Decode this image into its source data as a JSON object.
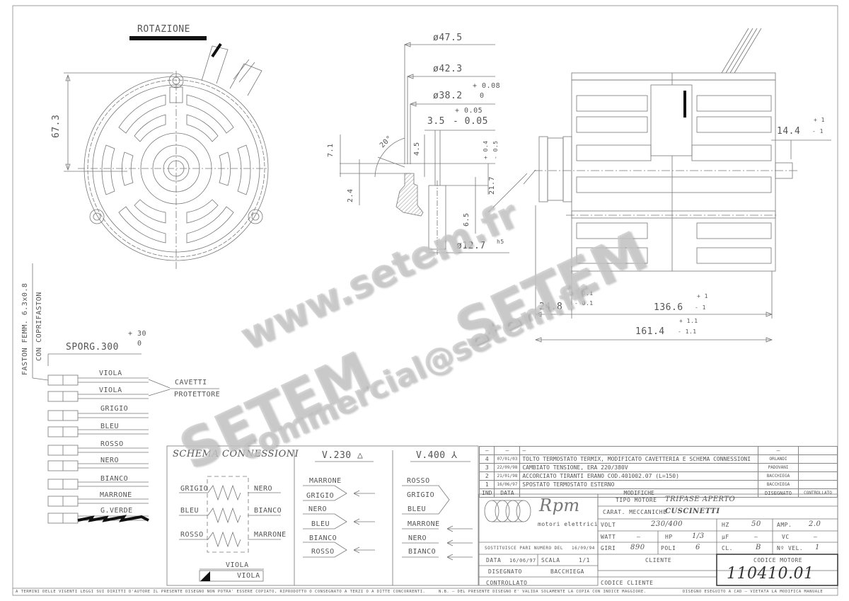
{
  "drawing": {
    "rotation_label": "ROTAZIONE",
    "front_view": {
      "dim_height": "67.3"
    },
    "section_view": {
      "dims": {
        "d47_5": "ø47.5",
        "d42_3": "ø42.3",
        "d38_2": "ø38.2",
        "d38_2_tol_plus": "+ 0.08",
        "d38_2_tol_minus": "0",
        "w3_5": "3.5",
        "w3_5_tol_plus": "+ 0.05",
        "w3_5_tol_minus": "- 0.05",
        "angle": "20°",
        "h7_1": "7.1",
        "h4_5": "4.5",
        "h2_4": "2.4",
        "h21_7": "21.7",
        "h21_7_tol_plus": "+ 0.4",
        "h21_7_tol_minus": "- 0.5",
        "h6_5": "6.5",
        "shaft_d": "ø12.7",
        "shaft_fit": "h5"
      }
    },
    "side_view": {
      "dims": {
        "shaft_len": "14.4",
        "shaft_len_tol_plus": "+ 1",
        "shaft_len_tol_minus": "- 1",
        "flange": "24.8",
        "flange_tol_plus": "+ 0.1",
        "flange_tol_minus": "- 0.1",
        "body_len": "136.6",
        "body_len_tol_plus": "+ 1",
        "body_len_tol_minus": "- 1",
        "total_len": "161.4",
        "total_len_tol_plus": "+ 1.1",
        "total_len_tol_minus": "- 1.1"
      }
    },
    "cables": {
      "faston_label_1": "FASTON FEMM. 6.3x0.8",
      "faston_label_2": "CON COPRIFASTON",
      "sporg_label": "SPORG.300",
      "sporg_tol_plus": "+ 30",
      "sporg_tol_minus": "0",
      "protector_label_1": "CAVETTI",
      "protector_label_2": "PROTETTORE",
      "wires": [
        "VIOLA",
        "VIOLA",
        "GRIGIO",
        "BLEU",
        "ROSSO",
        "NERO",
        "BIANCO",
        "MARRONE",
        "G.VERDE"
      ]
    }
  },
  "schema": {
    "title": "SCHEMA CONNESSIONI",
    "windings": [
      {
        "left": "GRIGIO",
        "right": "NERO"
      },
      {
        "left": "BLEU",
        "right": "BIANCO"
      },
      {
        "left": "ROSSO",
        "right": "MARRONE"
      }
    ],
    "thermal_1": "VIOLA",
    "thermal_2": "VIOLA",
    "v230": {
      "title": "V.230 △",
      "labels": [
        "MARRONE",
        "GRIGIO",
        "NERO",
        "BLEU",
        "BIANCO",
        "ROSSO"
      ]
    },
    "v400": {
      "title": "V.400 ⅄",
      "labels": [
        "ROSSO",
        "GRIGIO",
        "BLEU",
        "MARRONE",
        "NERO",
        "BIANCO"
      ]
    }
  },
  "revisions": {
    "blank_row": {
      "ind": "–",
      "data": "–",
      "mod": "–",
      "dis": "–"
    },
    "rows": [
      {
        "ind": "4",
        "data": "07/01/03",
        "mod": "TOLTO TERMOSTATO TERMIX, MODIFICATO CAVETTERIA E SCHEMA CONNESSIONI",
        "dis": "ORLANDI",
        "ctrl": ""
      },
      {
        "ind": "3",
        "data": "22/09/98",
        "mod": "CAMBIATO TENSIONE, ERA 220/380V",
        "dis": "PADOVANI",
        "ctrl": ""
      },
      {
        "ind": "2",
        "data": "21/01/98",
        "mod": "ACCORCIATO TIRANTI ERANO COD.401002.07 (L=150)",
        "dis": "BACCHIEGA",
        "ctrl": ""
      },
      {
        "ind": "1",
        "data": "16/06/97",
        "mod": "SPOSTATO TERMOSTATO ESTERNO",
        "dis": "BACCHIEGA",
        "ctrl": ""
      }
    ],
    "headers": {
      "ind": "IND",
      "data": "DATA",
      "mod": "MODIFICHE",
      "dis": "DISEGNATO",
      "ctrl": "CONTROLLATO"
    }
  },
  "title_block": {
    "logo_text": "Rpm",
    "logo_sub": "motori elettrici",
    "tipo_motore_label": "TIPO MOTORE",
    "tipo_motore": "TRIFASE APERTO",
    "carat_label": "CARAT. MECCANICHE",
    "carat": "CUSCINETTI",
    "volt_label": "VOLT",
    "volt": "230/400",
    "hz_label": "HZ",
    "hz": "50",
    "amp_label": "AMP.",
    "amp": "2.0",
    "watt_label": "WATT",
    "watt": "–",
    "hp_label": "HP",
    "hp": "1/3",
    "uf_label": "µF",
    "uf": "–",
    "vc_label": "VC",
    "vc": "–",
    "giri_label": "GIRI",
    "giri": "890",
    "poli_label": "POLI",
    "poli": "6",
    "cl_label": "CL.",
    "cl": "B",
    "nvel_label": "Nº VEL.",
    "nvel": "1",
    "sostituisce_label": "SOSTITUISCE PARI NUMERO DEL",
    "sostituisce_date": "16/09/94",
    "data_label": "DATA",
    "data": "16/06/97",
    "scala_label": "SCALA",
    "scala": "1/1",
    "disegnato_label": "DISEGNATO",
    "disegnato": "BACCHIEGA",
    "controllato_label": "CONTROLLATO",
    "cliente_label": "CLIENTE",
    "codice_cliente_label": "CODICE CLIENTE",
    "codice_motore_label": "CODICE MOTORE",
    "codice_motore": "110410.01"
  },
  "footer": {
    "copyright": "A TERMINI DELLE VIGENTI LEGGI SUI DIRITTI D'AUTORE IL PRESENTE DISEGNO NON POTRA' ESSERE COPIATO, RIPRODOTTO O CONSEGNATO A TERZI O A DITTE CONCORRENTI.",
    "nb": "N.B. – DEL PRESENTE DISEGNO E' VALIDA SOLAMENTE LA COPIA CON INDICE MAGGIORE.",
    "cad": "DISEGNO ESEGUITO A CAD – VIETATA LA MODIFICA MANUALE"
  },
  "watermark": {
    "url": "www.setem.fr",
    "brand_1": "SETEM",
    "brand_2": "SETEM",
    "email": "commercial@setem.fr"
  }
}
